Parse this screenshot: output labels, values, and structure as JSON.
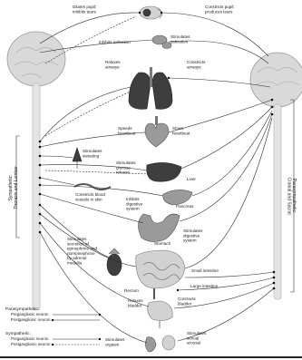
{
  "labels": {
    "dilates_pupil": [
      "Dilates pupil;",
      "inhibits tears"
    ],
    "constricts_pupil": [
      "Constricts pupil;",
      "produces tears"
    ],
    "inhibits_salivation": [
      "Inhibits salivation"
    ],
    "stimulates_salivation": [
      "Stimulates",
      "salivation"
    ],
    "relaxes_airways": [
      "Relaxes",
      "airways"
    ],
    "constricts_airways": [
      "Constricts",
      "airways"
    ],
    "speeds_heartbeat": [
      "Speeds",
      "heartbeat"
    ],
    "slows_heartbeat": [
      "Slows",
      "heartbeat"
    ],
    "stimulates_sweating": [
      "Stimulates",
      "sweating"
    ],
    "stimulates_glucose": [
      "Stimulates",
      "glucose",
      "release"
    ],
    "liver": [
      "Liver"
    ],
    "constricts_vessels": [
      "Constricts blood",
      "vessels in skin"
    ],
    "pancreas": [
      "Pancreas"
    ],
    "inhibits_digestive": [
      "Inhibits",
      "digestive",
      "system"
    ],
    "stomach": [
      "Stomach"
    ],
    "stimulates_digestive": [
      "Stimulates",
      "digestive",
      "system"
    ],
    "adrenal": [
      "Stimulates",
      "secretion of",
      "epinephrine and",
      "norepinephrine",
      "by adrenal",
      "medulla"
    ],
    "small_intestine": [
      "Small intestine"
    ],
    "large_intestine": [
      "Large intestine"
    ],
    "rectum": [
      "Rectum"
    ],
    "relaxes_bladder": [
      "Relaxes",
      "bladder"
    ],
    "contracts_bladder": [
      "Contracts",
      "bladder"
    ],
    "stimulates_orgasm": [
      "Stimulates",
      "orgasm"
    ],
    "stimulates_sexual": [
      "Stimulates",
      "sexual",
      "arousal"
    ]
  },
  "sympathetic_label": [
    "Sympathetic:",
    "Thoracic and Lumbar"
  ],
  "parasympathetic_label": [
    "Parasympathetic:",
    "Cranial and Sacral"
  ],
  "legend": {
    "parasympathetic_title": "Parasympathetic:",
    "parasympathetic_items": [
      "Preganglionic neuron",
      "Postganglionic neuron"
    ],
    "sympathetic_title": "Sympathetic:",
    "sympathetic_items": [
      "Preganglionic neuron",
      "Postganglionic neuron"
    ]
  }
}
